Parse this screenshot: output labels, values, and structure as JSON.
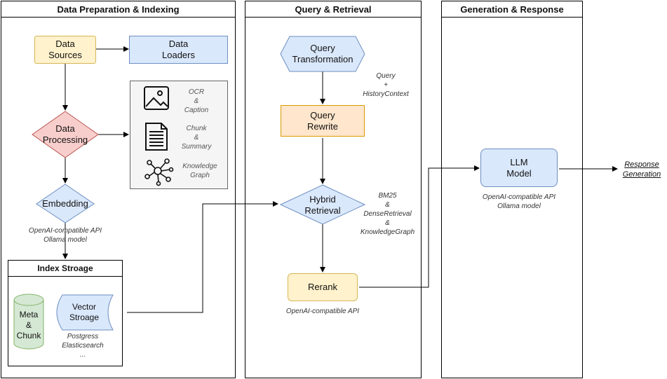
{
  "panels": {
    "prep": "Data Preparation & Indexing",
    "query": "Query & Retrieval",
    "gen": "Generation & Response"
  },
  "nodes": {
    "data_sources": "Data\nSources",
    "data_loaders": "Data\nLoaders",
    "data_processing": "Data\nProcessing",
    "embedding": "Embedding",
    "query_transformation": "Query\nTransformation",
    "query_rewrite": "Query\nRewrite",
    "hybrid_retrieval": "Hybrid\nRetrieval",
    "rerank": "Rerank",
    "llm_model": "LLM\nModel",
    "meta_chunk": "Meta\n&\nChunk",
    "vector_storage": "Vector\nStroage"
  },
  "processing_tools": {
    "ocr": "OCR\n&\nCaption",
    "chunk": "Chunk\n&\nSummary",
    "kg": "Knowledge\nGraph"
  },
  "labels": {
    "embedding_api": "OpenAI-compatible API\nOllama model",
    "storage_backends": "Postgress\nElasticsearch\n...",
    "query_context": "Query\n+\nHistoryContext",
    "retrieval_methods": "BM25\n&\nDenseRetrieval\n&\nKnowledgeGraph",
    "rerank_api": "OpenAI-compatible API",
    "llm_api": "OpenAI-compatible API\nOllama model",
    "response": "Response\nGeneration"
  },
  "index_storage_title": "Index Stroage",
  "icons": [
    "image-icon",
    "document-icon",
    "network-icon"
  ],
  "colors": {
    "yellow_fill": "#fff2cc",
    "blue_fill": "#dae8fc",
    "orange_fill": "#ffe6cc",
    "red_fill": "#f8cecc",
    "green_fill": "#d5e8d4"
  }
}
